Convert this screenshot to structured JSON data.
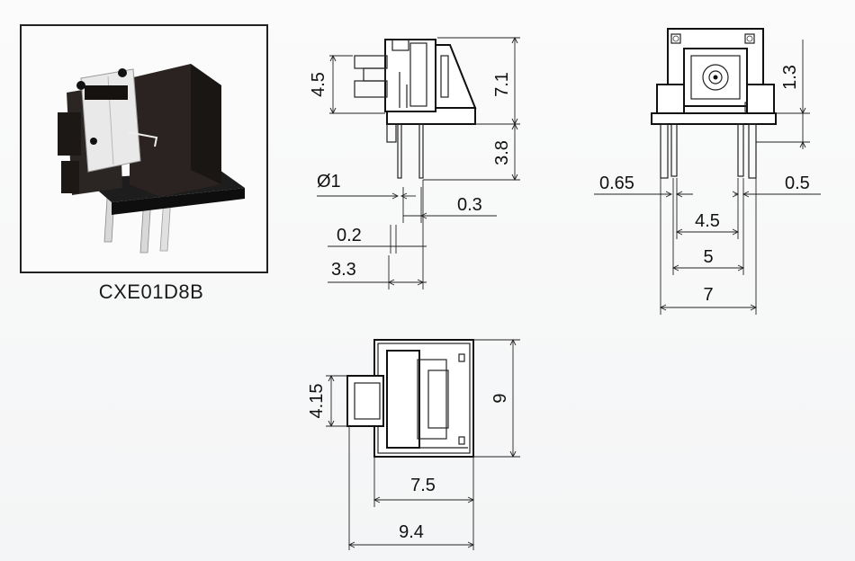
{
  "product": {
    "part_number": "CXE01D8B"
  },
  "side_view": {
    "dims": {
      "height_upper": "4.5",
      "height_total": "7.1",
      "pin_length": "3.8",
      "pin_diameter": "Ø1",
      "pin_offset": "0.3",
      "pin_gap": "0.2",
      "pin_spacing": "3.3"
    }
  },
  "front_view": {
    "dims": {
      "pin_height": "1.3",
      "pin_width_left": "0.65",
      "pin_width_right": "0.5",
      "inner_span": "4.5",
      "mid_span": "5",
      "total_width": "7"
    }
  },
  "top_view": {
    "dims": {
      "window_height": "4.15",
      "depth": "9",
      "inner_width": "7.5",
      "total_width": "9.4"
    }
  },
  "colors": {
    "accent": "#2a6fd6",
    "line": "#222222"
  }
}
